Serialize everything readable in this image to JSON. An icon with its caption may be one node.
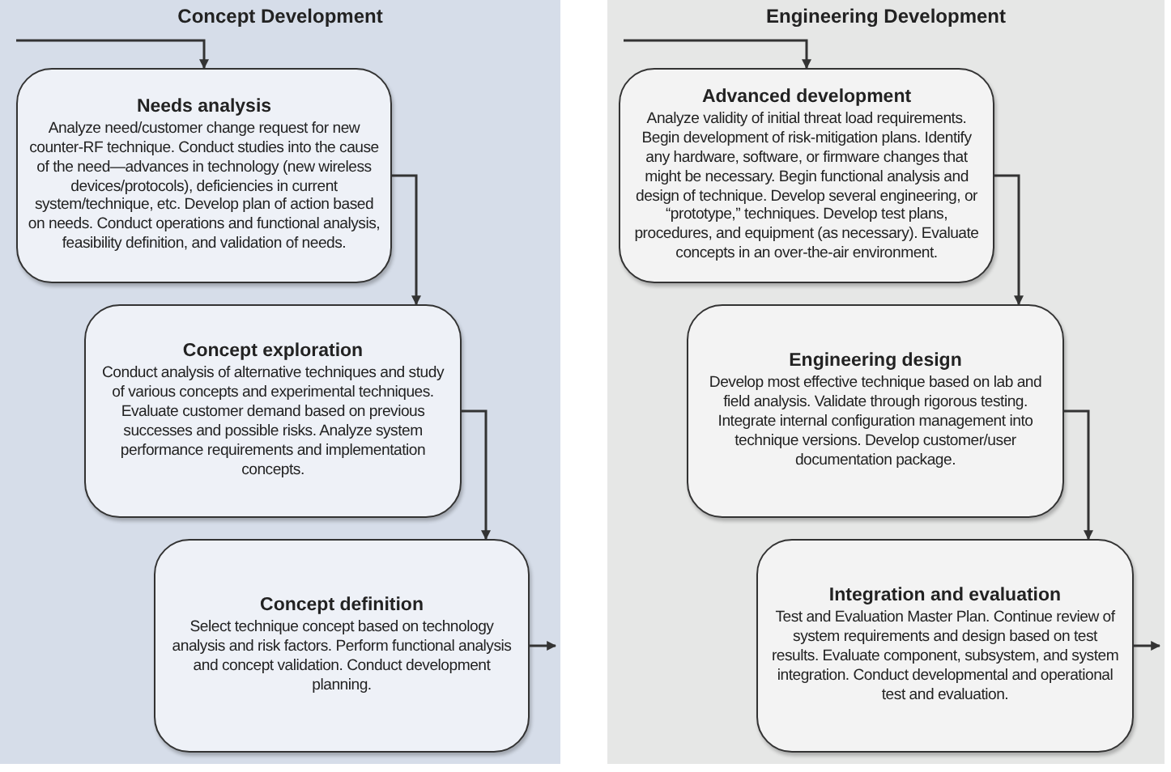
{
  "diagram": {
    "nodes": [
      {
        "text": [
          "Concept Development"
        ]
      },
      {
        "text": [
          "Needs analysis",
          "Analyze need/customer change request for new counter-RF technique. Conduct studies into the cause of the need—advances in technology (new wireless devices/protocols), deficiencies in current system/technique, etc. Develop plan of action based on needs. Conduct operations and functional analysis, feasibility definition, and validation of needs."
        ],
        "in": 0
      },
      {
        "text": [
          "Concept exploration",
          "Conduct analysis of alternative techniques and study of various concepts and experimental techniques. Evaluate customer demand based on previous successes and possible risks. Analyze system performance requirements and implementation concepts."
        ],
        "in": 0
      },
      {
        "text": [
          "Concept definition",
          "Select technique concept based on technology analysis and risk factors. Perform functional analysis and concept validation. Conduct development planning."
        ],
        "in": 0
      },
      {
        "text": [
          "Engineering Development"
        ]
      },
      {
        "text": [
          "Advanced development",
          "Analyze validity of initial threat load requirements. Begin development of risk-mitigation plans. Identify any hardware, software, or firmware changes that might be necessary. Begin functional analysis and design of technique. Develop several engineering, or “prototype,” techniques. Develop test plans, procedures, and equipment (as necessary). Evaluate concepts in an over-the-air environment."
        ],
        "in": 4
      },
      {
        "text": [
          "Engineering design",
          "Develop most effective technique based on lab and field analysis. Validate through rigorous testing. Integrate internal configuration management into technique versions. Develop customer/user documentation package."
        ],
        "in": 4
      },
      {
        "text": [
          "Integration and evaluation",
          "Test and Evaluation Master Plan. Continue review of system requirements and design based on test results. Evaluate component, subsystem, and system integration. Conduct developmental and operational test and evaluation."
        ],
        "in": 4
      }
    ],
    "edges": [
      {
        "from": null,
        "to": 1,
        "arrow": "to"
      },
      {
        "from": 1,
        "to": 2,
        "arrow": "to"
      },
      {
        "from": 2,
        "to": 3,
        "arrow": "to"
      },
      {
        "from": 3,
        "to": null,
        "arrow": "to"
      },
      {
        "from": null,
        "to": 5,
        "arrow": "to"
      },
      {
        "from": 5,
        "to": 6,
        "arrow": "to"
      },
      {
        "from": 6,
        "to": 7,
        "arrow": "to"
      },
      {
        "from": 7,
        "to": null,
        "arrow": "to"
      }
    ]
  }
}
